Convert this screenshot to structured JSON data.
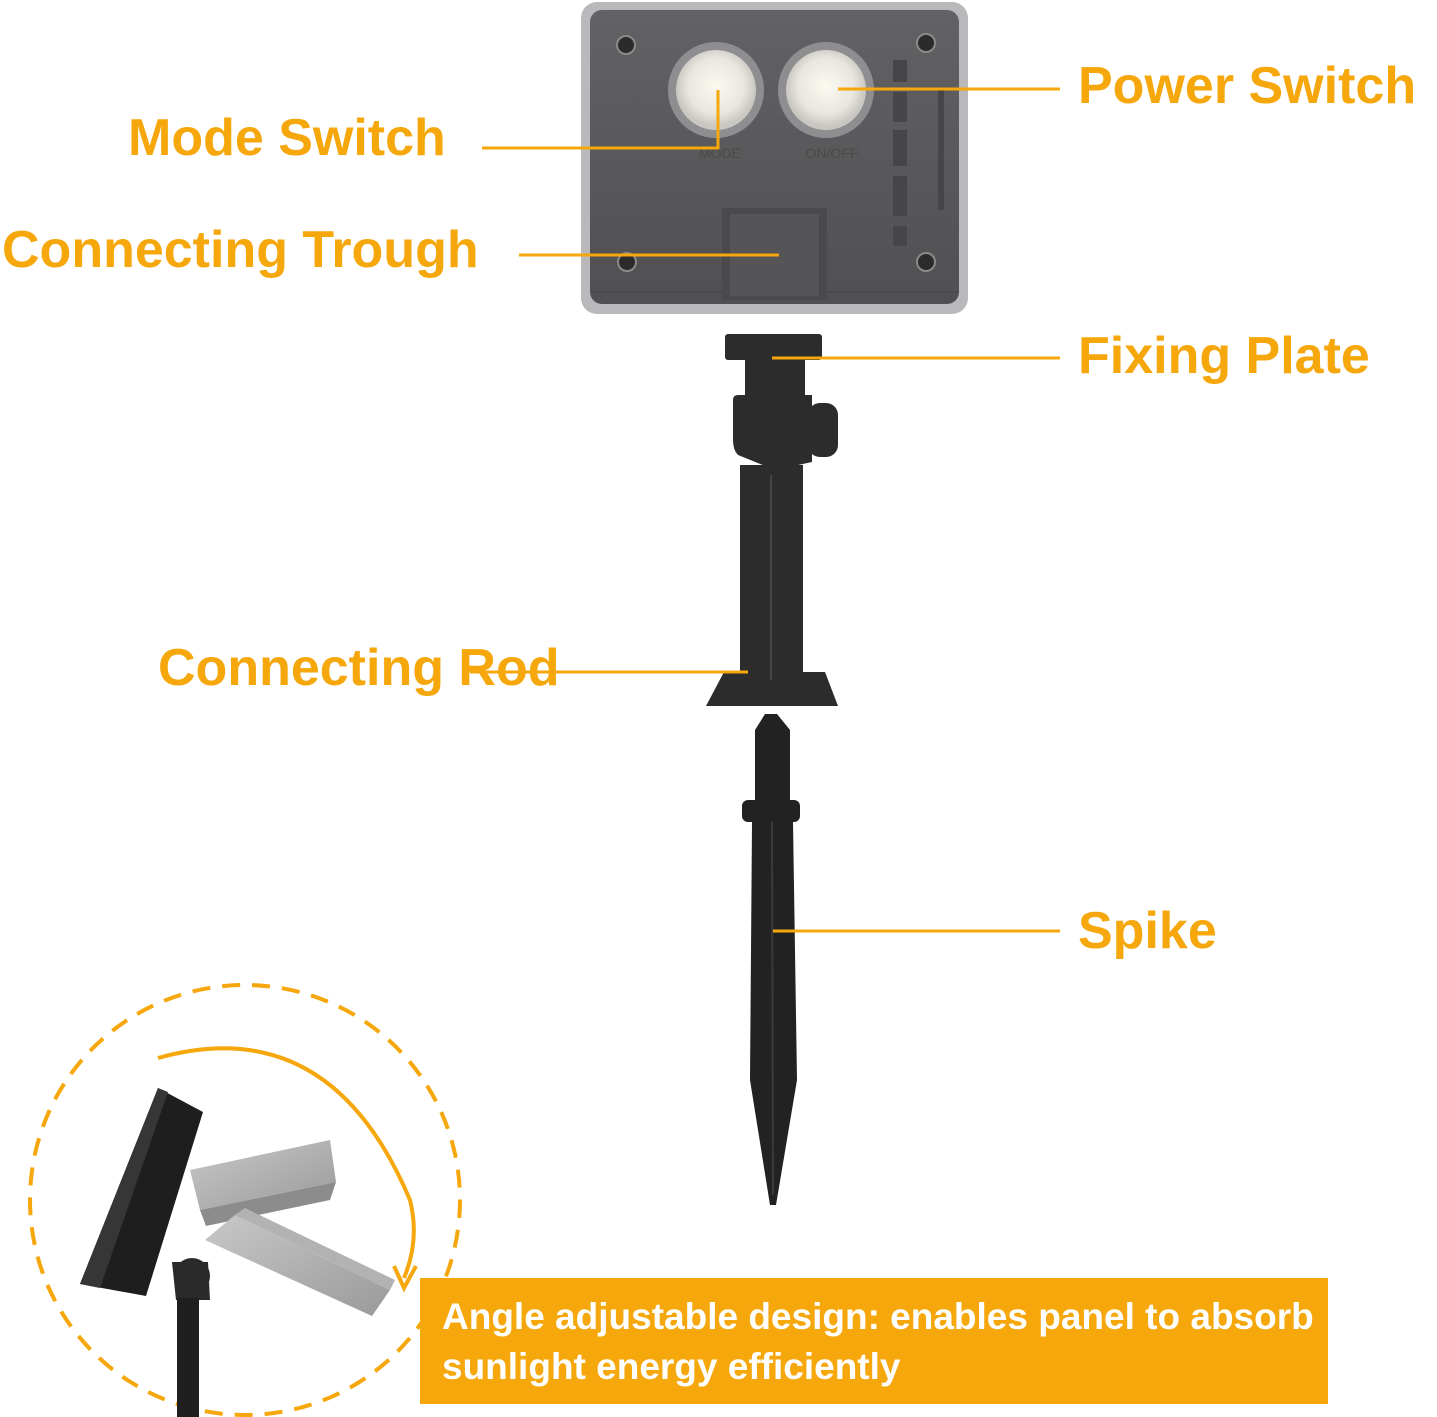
{
  "labels": {
    "mode_switch": "Mode Switch",
    "connecting_trough": "Connecting Trough",
    "power_switch": "Power Switch",
    "fixing_plate": "Fixing Plate",
    "connecting_rod": "Connecting Rod",
    "spike": "Spike"
  },
  "device_markings": {
    "mode_button": "MODE",
    "power_button": "ON/OFF"
  },
  "banner": {
    "text": "Angle adjustable design: enables panel to absorb sunlight energy efficiently"
  },
  "colors": {
    "accent": "#f5a70b",
    "panel_body": "#5a5a5c",
    "panel_border": "#b7b7b9",
    "stake": "#2a2a2a",
    "banner_text": "#ffffff"
  }
}
